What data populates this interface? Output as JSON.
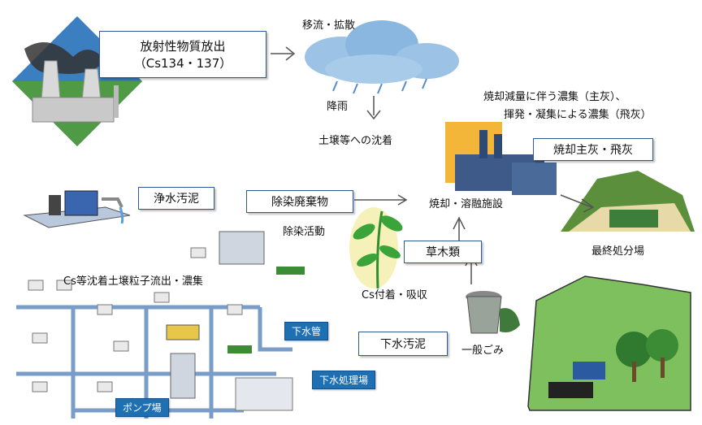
{
  "release": {
    "line1": "放射性物質放出",
    "line2": "（Cs134・137）"
  },
  "labels": {
    "migration": "移流・拡散",
    "rainfall": "降雨",
    "deposition": "土壌等への沈着",
    "concentration": "焼却減量に伴う濃集（主灰）、",
    "volatilization": "揮発・凝集による濃集（飛灰）",
    "incineration": "焼却・溶融施設",
    "final_disposal": "最終処分場",
    "decon_activity": "除染活動",
    "runoff": "Cs等沈着土壌粒子流出・濃集",
    "adsorption": "Cs付着・吸収",
    "general_waste": "一般ごみ"
  },
  "boxes": {
    "ash": "焼却主灰・飛灰",
    "water_sludge": "浄水汚泥",
    "decon_waste": "除染廃棄物",
    "vegetation": "草木類",
    "sewage_sludge": "下水汚泥"
  },
  "blue_labels": {
    "sewer_pipe": "下水管",
    "sewage_plant": "下水処理場",
    "pump_station": "ポンプ場"
  }
}
